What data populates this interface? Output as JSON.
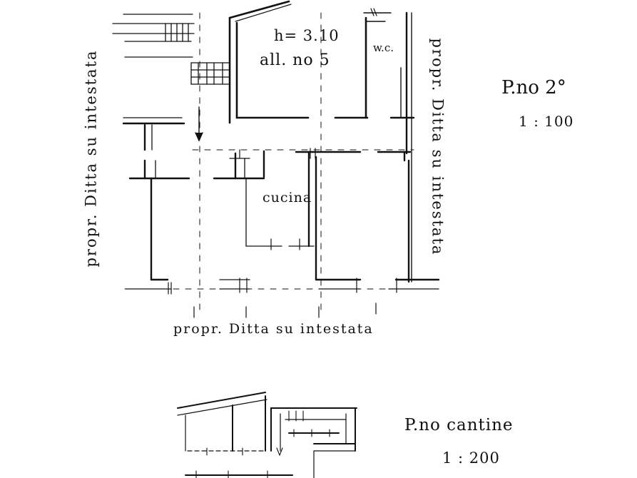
{
  "sheet": {
    "upper_plan": {
      "height_note": "h= 3.10",
      "room_note": "all. no 5",
      "wc_label": "w.c.",
      "kitchen_label": "cucina",
      "left_neighbor": "propr. Ditta su intestata",
      "right_neighbor": "propr. Ditta su intestata",
      "bottom_neighbor": "propr. Ditta su intestata",
      "floor_title": "P.no 2°",
      "scale": "1 : 100"
    },
    "lower_plan": {
      "floor_title": "P.no cantine",
      "scale": "1 : 200"
    }
  },
  "style": {
    "ink": "#111111",
    "paper": "#ffffff"
  }
}
